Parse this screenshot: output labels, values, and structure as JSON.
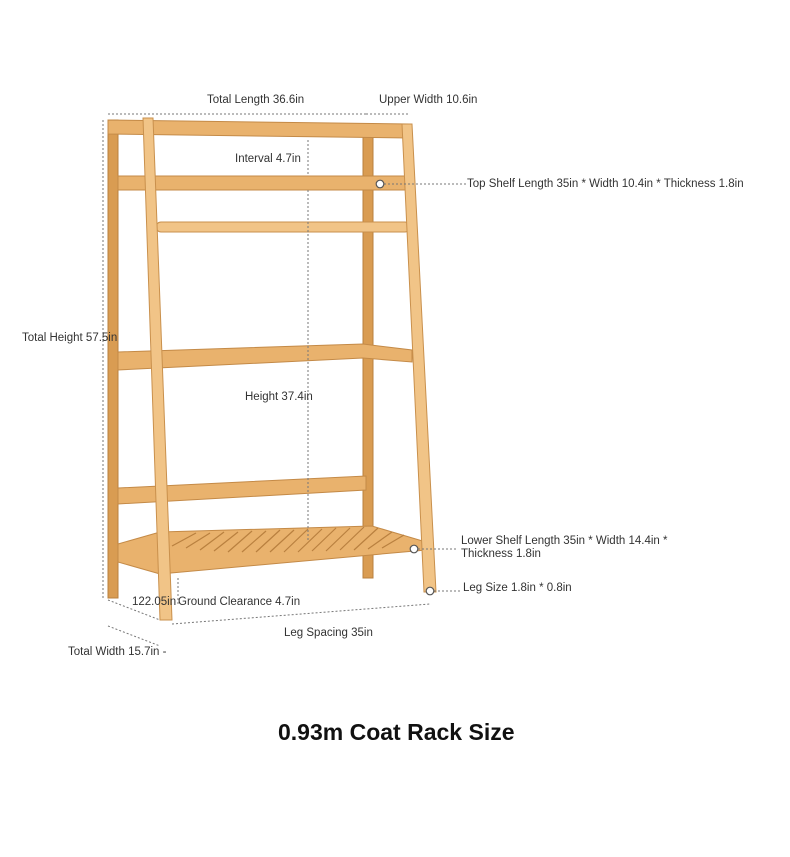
{
  "labels": {
    "total_length": "Total Length 36.6in",
    "upper_width": "Upper Width 10.6in",
    "interval": "Interval 4.7in",
    "top_shelf": "Top Shelf Length 35in * Width 10.4in * Thickness 1.8in",
    "total_height": "Total Height 57.5in",
    "height": "Height 37.4in",
    "lower_shelf_line1": "Lower Shelf Length 35in * Width 14.4in *",
    "lower_shelf_line2": "Thickness 1.8in",
    "leg_size": "Leg Size 1.8in * 0.8in",
    "side_depth": "122.05in",
    "ground_clearance": "Ground Clearance 4.7in",
    "leg_spacing": "Leg Spacing 35in",
    "total_width": "Total Width 15.7in -"
  },
  "caption": "0.93m Coat Rack Size"
}
